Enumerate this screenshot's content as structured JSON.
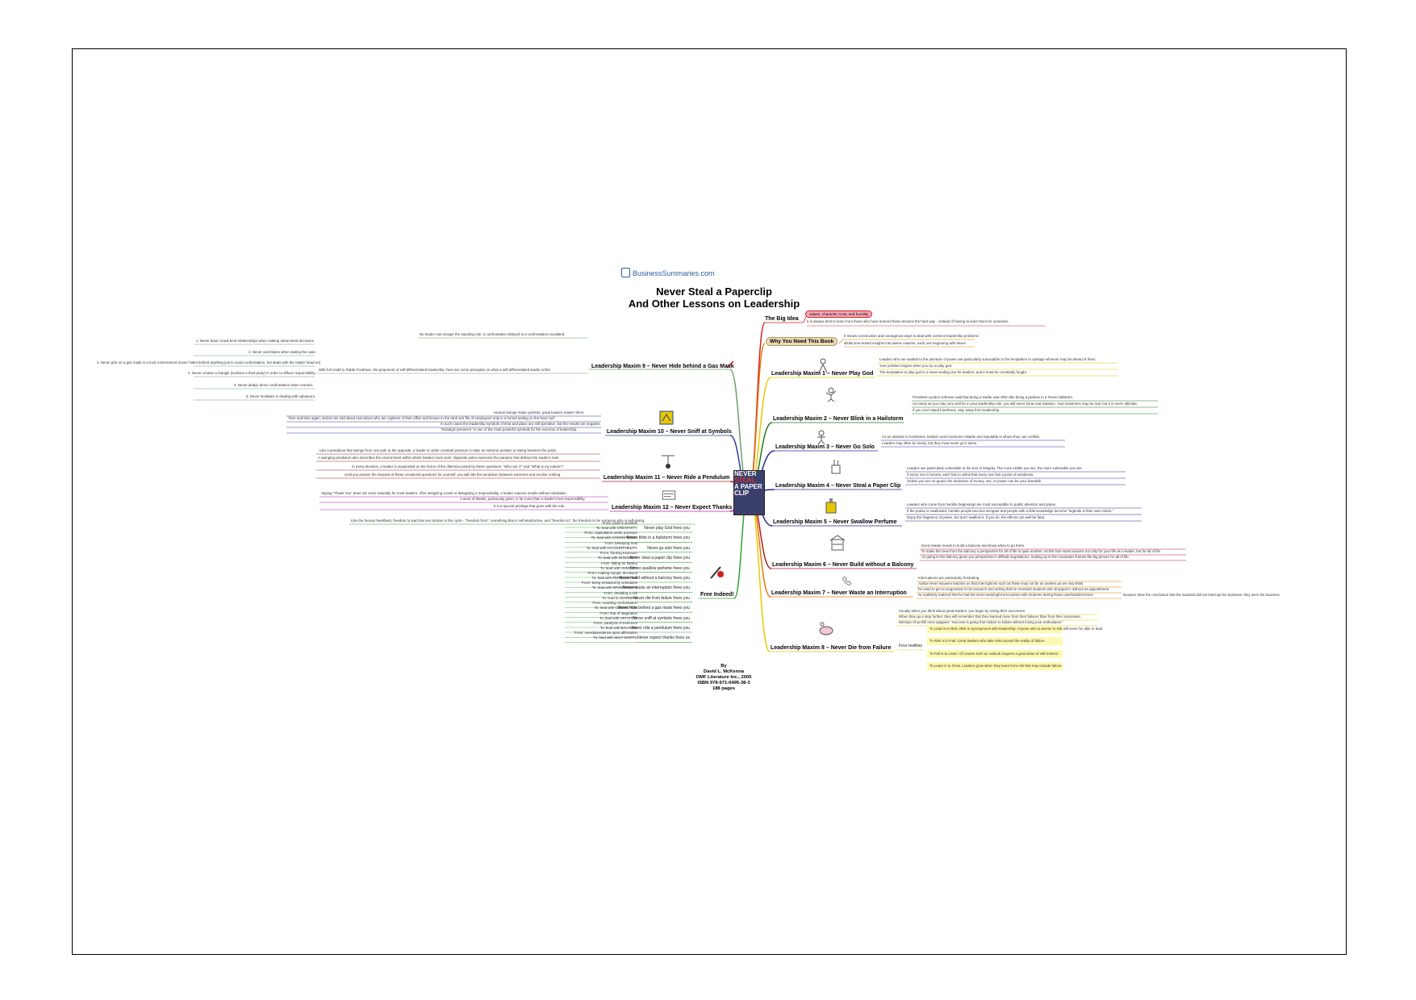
{
  "header": {
    "logo_text": "BusinessSummaries.com",
    "title_line1": "Never Steal a Paperclip",
    "title_line2": "And Other Lessons on Leadership"
  },
  "cover": {
    "words": [
      "NEVER",
      "STEAL",
      "A PAPER",
      "CLIP"
    ]
  },
  "colors": {
    "big_idea": "#d32020",
    "why": "#e07a10",
    "m1": "#e6c800",
    "m2": "#1f7a1f",
    "m3": "#2a2a9a",
    "m4": "#2a2a9a",
    "m5": "#3b1f8a",
    "m6": "#b02020",
    "m7": "#e07a10",
    "m8": "#e6c800",
    "free": "#34a034",
    "m9": "#6aa06a",
    "m10": "#2a3f9a",
    "m11": "#b02020",
    "m12": "#c020a0"
  },
  "branches": {
    "big_idea": {
      "label": "The Big Idea",
      "pill": "values, character, trust, and humility",
      "items": [
        "It is always best to learn from those who have learned these lessons the hard way - instead of having to learn them for ourselves."
      ]
    },
    "why": {
      "label": "Why You Need This Book",
      "items": [
        "It shows constructive and courageous ways to deal with common leadership problems",
        "distils time-tested insights into twelve maxims, each one beginning with Never"
      ]
    },
    "m1": {
      "label": "Leadership Maxim 1 – Never Play God",
      "items": [
        "Leaders who are vaulted to the pinnacle of power are particularly susceptible to the temptation to upstage whoever may be ahead of them.",
        "Your problem begins when you try to play god.",
        "The temptation to play god is a never-ending one for leaders, and it must be constantly fought."
      ]
    },
    "m2": {
      "label": "Leadership Maxim 2 – Never Blink in a Hailstorm",
      "items": [
        "President Lyndon Johnson said that being a leader was often like being a jackass in a Texas hailstorm.",
        "As lonely as you may very well be in your leadership role, you will never know real isolation. Your loneliness may be real, but it is never ultimate.",
        "If you can't stand loneliness, stay away from leadership."
      ]
    },
    "m3": {
      "label": "Leadership Maxim 3 – Never Go Solo",
      "items": [
        "As an antidote to loneliness, leaders need someone reliable and reputable in whom they can confide.",
        "Leaders may often be lonely, but they must never go it alone."
      ]
    },
    "m4": {
      "label": "Leadership Maxim 4 – Never Steal a Paper Clip",
      "items": [
        "Leaders are particularly vulnerable to the test of integrity. The more visible you are, the more vulnerable you are.",
        "If every one is honest, each has to admit that every one has a point of weakness.",
        "Unless you are on guard, the seduction of money, sex, or power can be your downfall."
      ]
    },
    "m5": {
      "label": "Leadership Maxim 5 – Never Swallow Perfume",
      "items": [
        "Leaders who come from humble beginnings are most susceptible to public attention and praise.",
        "If the praise is swallowed, humble people become arrogant and people with a little knowledge become \"legends in their own minds.\"",
        "Enjoy the fragrance of praise, but don't swallow it. If you do, the effects can well be fatal."
      ]
    },
    "m6": {
      "label": "Leadership Maxim 6 – Never Build without a Balcony",
      "items": [
        "Every leader needs to build a balcony and know when to go there.",
        "To make the view from the balcony a perspective for all of life is quite another, as this has repercussions not only for your life as a leader, but for all of life.",
        "As going to the balcony gives you perspective in difficult negotiations, looking up to the mountains frames the big picture for all of life."
      ]
    },
    "m7": {
      "label": "Leadership Maxim 7 – Never Waste an Interruption",
      "items": [
        "Interruptions are particularly frustrating.",
        "Author Henri Nouwen teaches us that interruptions such as these may not be as useless as we may think",
        "he used to get so engrossed in his research and writing that he resented students who dropped in without an appointment",
        "he suddenly realized that he had his most meaningful encounters with students during those unscheduled times"
      ],
      "tail": "Nouwen drew the conclusion that the students did not interrupt his business, they were his business"
    },
    "m8": {
      "label": "Leadership Maxim 8 – Never Die from Failure",
      "items": [
        "Usually when you think about great leaders, you begin by noting their successes.",
        "When they go a step further, they will remember that they learned more from their failures than from their successes.",
        "Winston Churchill once quipped: \"Success is going from failure to failure without losing your enthusiasm.\""
      ],
      "sub_label": "Four realities",
      "realities": [
        "To Lead is to Risk. Risk is synonymous with leadership. Anyone who is averse to risk will never be able to lead.",
        "To Risk is to Fail. Great leaders who take risks accept the reality of failure.",
        "To Fail is to Learn. Of course such an outlook requires a good dose of self-esteem.",
        "To Learn is to Grow. Leaders grow when they learn from risk that may include failure."
      ]
    },
    "free": {
      "label": "Free Indeed!",
      "intro": "Like the human heartbeat, freedom to lead has two strokes in the cycle - \"freedom from\", something that is self-destructive, and \"freedom to\", the freedom to be someone who is self-giving.",
      "items": [
        {
          "label": "Never play God frees you",
          "from": "From: pride in position",
          "to": "To: lead with CREATIVITY"
        },
        {
          "label": "Never blink in a hailstorm frees you",
          "from": "From: capitulation under pressure",
          "to": "To: lead with CONSISTENCY"
        },
        {
          "label": "Never go solo frees you",
          "from": "From: betraying trust",
          "to": "To: lead with ACCOUNTABILITY"
        },
        {
          "label": "Never steal a paper clip frees you",
          "from": "From: flouting exposure",
          "to": "To: lead with INTEGRITY"
        },
        {
          "label": "Never swallow perfume frees you",
          "from": "From: falling for flattery",
          "to": "To: lead with HUMILITY"
        },
        {
          "label": "Never build without a balcony frees you",
          "from": "From: making myopic decisions",
          "to": "To: lead with PERSPECTIVE"
        },
        {
          "label": "Never waste an interruption frees you",
          "from": "From: being enslaved by schedules",
          "to": "To: lead with SPONTANEITY"
        },
        {
          "label": "Never die from failure frees you",
          "from": "From: dreading a risk",
          "to": "To: lead in LEARNING"
        },
        {
          "label": "Never hide behind a gas mask frees you",
          "from": "From: avoiding confrontation",
          "to": "To: lead with CONVICTION"
        },
        {
          "label": "Never sniff at symbols frees you",
          "from": "From: fear of stagnation",
          "to": "To: lead with ARTISTRY"
        },
        {
          "label": "Never ride a pendulum frees you",
          "from": "From: paralysis of extremes",
          "to": "To: lead with BALANCE"
        },
        {
          "label": "Never expect thanks frees us",
          "from": "From: overdependence upon affirmation",
          "to": "To: lead with SELF-WORTH"
        }
      ]
    },
    "m9": {
      "label": "Leadership Maxim 9 – Never Hide behind a Gas Mask",
      "lead": "No leader can escape the standing rule: a confrontation delayed is a confrontation escalated.",
      "sub": "With full credit to Rabbi Friedman, the proponent of self-differentiated leadership, here are some principles on what a self-differentiated leader is like:",
      "items": [
        "1. Never base crowd-bent relationships when making same-bend decisions",
        "2. Never cast blame when stating the case.",
        "3. Never pick on a gas mask in a toxic environment (never hides behind anything just to avoid confrontation, but deals with the matter head-on)",
        "4. Never creates a triangle (involves a third party) in order to diffuse responsibility.",
        "5. Never delays direct confrontation when needed.",
        "6. Never hesitates in dealing with saboteurs."
      ]
    },
    "m10": {
      "label": "Leadership Maxim 10 – Never Sniff at Symbols",
      "items": [
        "Human beings make symbols; great leaders master them.",
        "Time and time again, stories are told about executives who are captives of their office and known to the rank and file of employees only in a formal setting on the boss' turf.",
        "In such cases the leadership symbols of time and place are still operative, but the results are negative.",
        "\"Strategic presence\" is one of the most powerful symbols for the exercise of leadership."
      ]
    },
    "m11": {
      "label": "Leadership Maxim 11 – Never Ride a Pendulum",
      "items": [
        "Like a pendulum that swings from one pole to the opposite, a leader is under constant pressure to take an extreme position or swing between the poles.",
        "A swinging pendulum also describes the environment within which leaders must work. Opposite poles represent the paradox that defines the leader's task.",
        "In every decision, a leader is suspended on the horns of the dilemma posed by these questions: \"Who am I?\" and \"What is my nature?\"",
        "Until you answer the deepest of these vocational questions for yourself, you will ride the pendulum between extremes and resolve nothing."
      ]
    },
    "m12": {
      "label": "Leadership Maxim 12 – Never Expect Thanks",
      "items": [
        "Saying \"Thank You\" does not come naturally for most leaders. After assigning a task or delegating a responsibility, a leader expects results without salutation.",
        "A word of thanks, judiciously given, is far more than a leader's last responsibility.",
        "It is a special privilege that goes with the role."
      ]
    }
  },
  "author": {
    "by": "By",
    "name": "David L. McKenna",
    "publisher": "OMF Literature Inc., 2005",
    "isbn": "ISBN 978-971-0495-38-3",
    "pages": "188 pages"
  }
}
